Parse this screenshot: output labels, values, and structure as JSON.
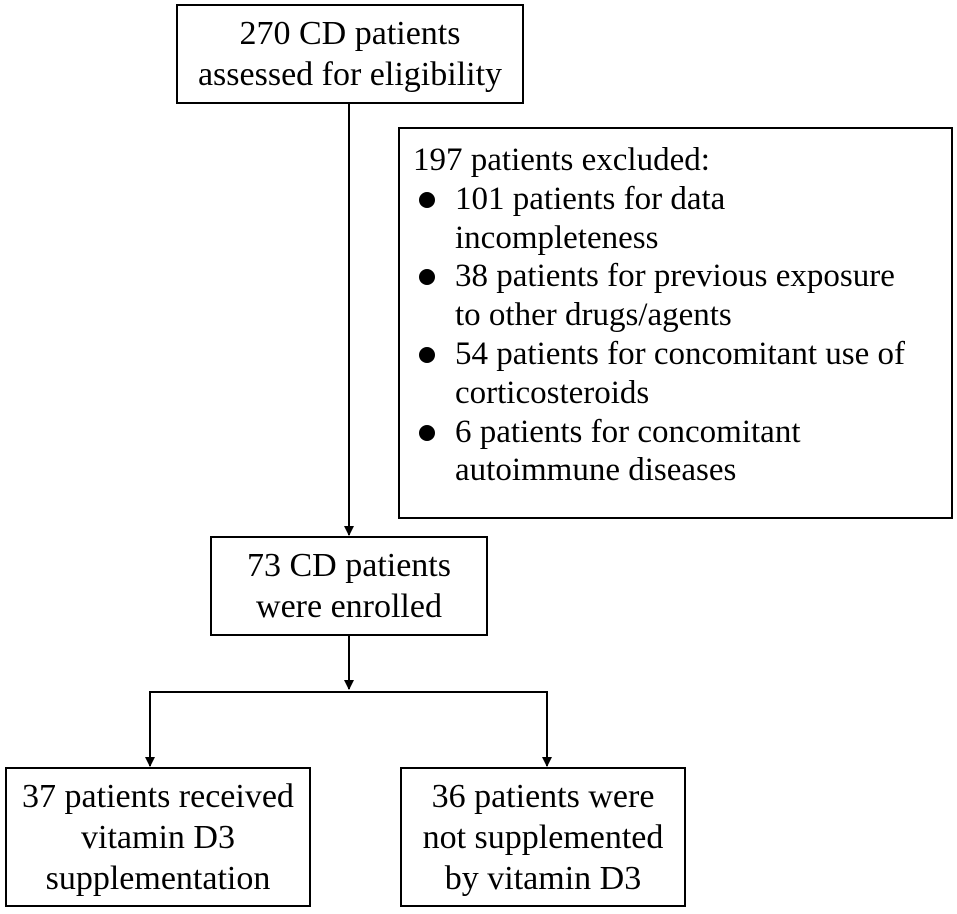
{
  "flowchart": {
    "screened": {
      "lines": [
        "270 CD patients",
        "assessed for eligibility"
      ]
    },
    "excluded": {
      "title": "197 patients excluded:",
      "items": [
        {
          "lines": [
            "101 patients for data",
            "incompleteness"
          ]
        },
        {
          "lines": [
            "38 patients for previous exposure",
            "to other drugs/agents"
          ]
        },
        {
          "lines": [
            "54 patients for concomitant use of",
            "corticosteroids"
          ]
        },
        {
          "lines": [
            "6 patients for concomitant",
            "autoimmune diseases"
          ]
        }
      ]
    },
    "enrolled": {
      "lines": [
        "73 CD patients",
        "were enrolled"
      ]
    },
    "group_a": {
      "lines": [
        "37 patients received",
        "vitamin D3",
        "supplementation"
      ]
    },
    "group_b": {
      "lines": [
        "36 patients were",
        "not supplemented",
        "by vitamin D3"
      ]
    }
  }
}
